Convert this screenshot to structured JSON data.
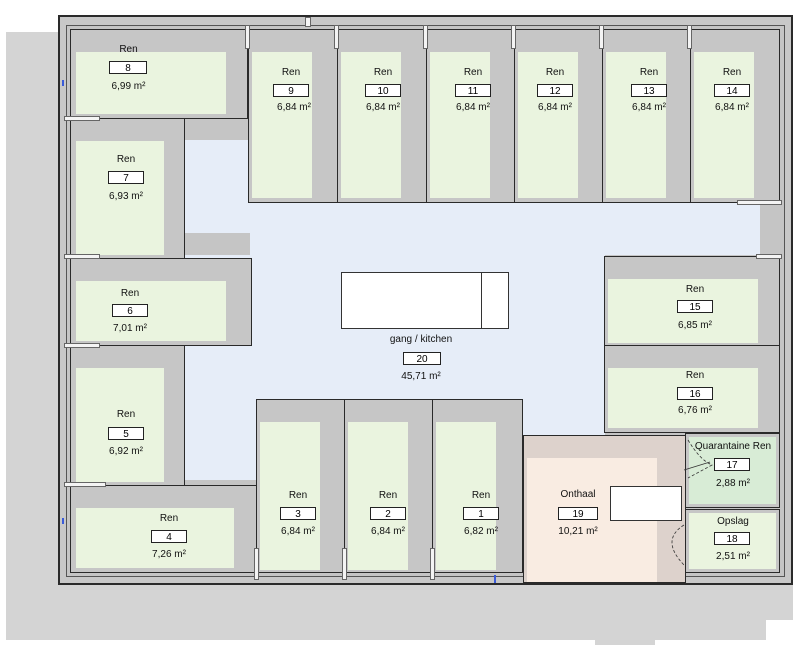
{
  "rooms": [
    {
      "id": "r8",
      "name": "Ren",
      "number": "8",
      "area": "6,99 m²"
    },
    {
      "id": "r9",
      "name": "Ren",
      "number": "9",
      "area": "6,84 m²"
    },
    {
      "id": "r10",
      "name": "Ren",
      "number": "10",
      "area": "6,84 m²"
    },
    {
      "id": "r11",
      "name": "Ren",
      "number": "11",
      "area": "6,84 m²"
    },
    {
      "id": "r12",
      "name": "Ren",
      "number": "12",
      "area": "6,84 m²"
    },
    {
      "id": "r13",
      "name": "Ren",
      "number": "13",
      "area": "6,84 m²"
    },
    {
      "id": "r14",
      "name": "Ren",
      "number": "14",
      "area": "6,84 m²"
    },
    {
      "id": "r7",
      "name": "Ren",
      "number": "7",
      "area": "6,93 m²"
    },
    {
      "id": "r6",
      "name": "Ren",
      "number": "6",
      "area": "7,01 m²"
    },
    {
      "id": "r5",
      "name": "Ren",
      "number": "5",
      "area": "6,92 m²"
    },
    {
      "id": "r4",
      "name": "Ren",
      "number": "4",
      "area": "7,26 m²"
    },
    {
      "id": "r3",
      "name": "Ren",
      "number": "3",
      "area": "6,84 m²"
    },
    {
      "id": "r2",
      "name": "Ren",
      "number": "2",
      "area": "6,84 m²"
    },
    {
      "id": "r1",
      "name": "Ren",
      "number": "1",
      "area": "6,82 m²"
    },
    {
      "id": "r15",
      "name": "Ren",
      "number": "15",
      "area": "6,85 m²"
    },
    {
      "id": "r16",
      "name": "Ren",
      "number": "16",
      "area": "6,76 m²"
    },
    {
      "id": "r17",
      "name": "Quarantaine Ren",
      "number": "17",
      "area": "2,88 m²"
    },
    {
      "id": "r18",
      "name": "Opslag",
      "number": "18",
      "area": "2,51 m²"
    },
    {
      "id": "r19",
      "name": "Onthaal",
      "number": "19",
      "area": "10,21 m²"
    },
    {
      "id": "r20",
      "name": "gang / kitchen",
      "number": "20",
      "area": "45,71 m²"
    }
  ]
}
